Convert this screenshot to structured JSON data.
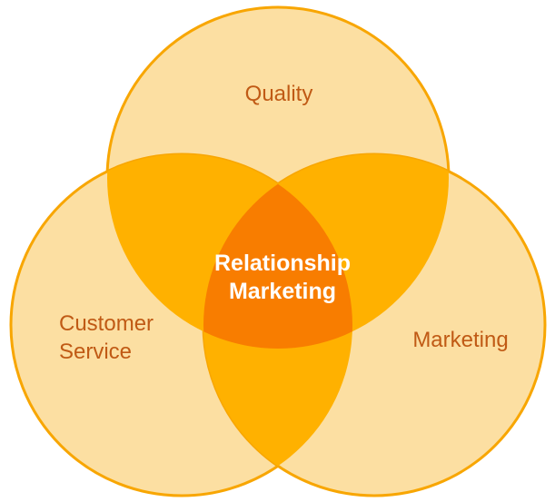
{
  "diagram": {
    "type": "venn-3-circle",
    "labels": {
      "top_circle": "Quality",
      "left_circle": "Customer Service",
      "right_circle": "Marketing",
      "center_overlap": "Relationship Marketing"
    },
    "colors": {
      "background": "#FFFFFF",
      "circle_fill": "#FCDFA2",
      "pair_overlap_fill": "#FFB100",
      "center_overlap_fill": "#F87D00",
      "circle_stroke": "#F8A602",
      "label_text": "#C05A15",
      "center_text": "#FFFFFF"
    }
  }
}
